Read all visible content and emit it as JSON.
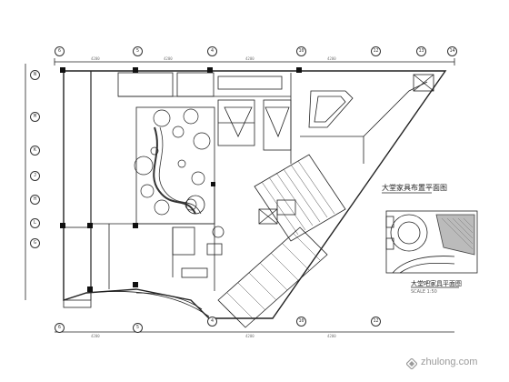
{
  "drawing": {
    "title_main": "大堂家具布置平面图",
    "title_inset": "大堂吧家具平面图",
    "subtitle_inset": "SCALE 1:50",
    "watermark": "zhulong.com",
    "top_axes": [
      "6",
      "5",
      "4",
      "10",
      "12",
      "13",
      "14"
    ],
    "bottom_axes": [
      "6",
      "5",
      "4",
      "10",
      "12"
    ],
    "left_axes": [
      "N",
      "M",
      "K",
      "J",
      "H",
      "L",
      "G"
    ],
    "dim_value": "4200",
    "colors": {
      "line": "#222222",
      "hatch": "#555555",
      "watermark": "#9a9a9a"
    }
  }
}
